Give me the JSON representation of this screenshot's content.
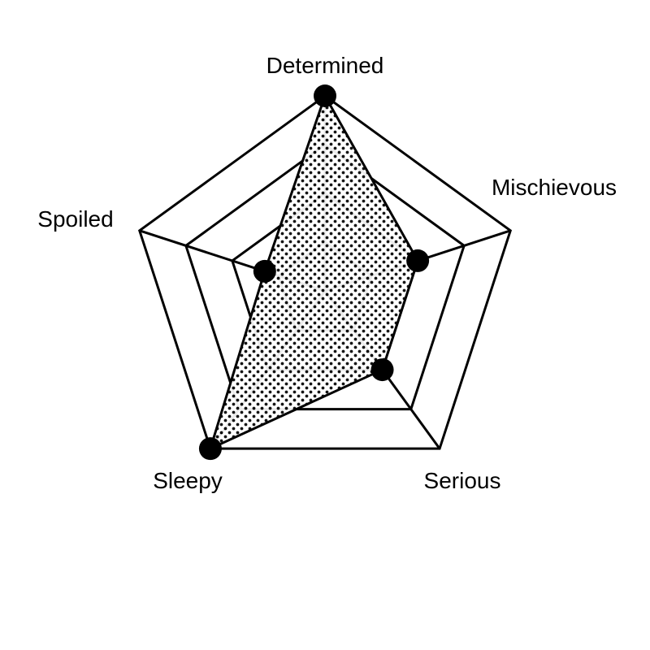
{
  "chart_data": {
    "type": "radar",
    "axes": [
      "Determined",
      "Mischievous",
      "Serious",
      "Sleepy",
      "Spoiled"
    ],
    "series": [
      {
        "values": [
          4,
          2,
          2,
          4,
          1.3
        ]
      }
    ],
    "r_range": [
      0,
      4
    ],
    "grid_levels": 4,
    "fill_pattern": "dots",
    "line_color": "#000000",
    "fill_background": "#ffffff",
    "marker_color": "#000000"
  }
}
